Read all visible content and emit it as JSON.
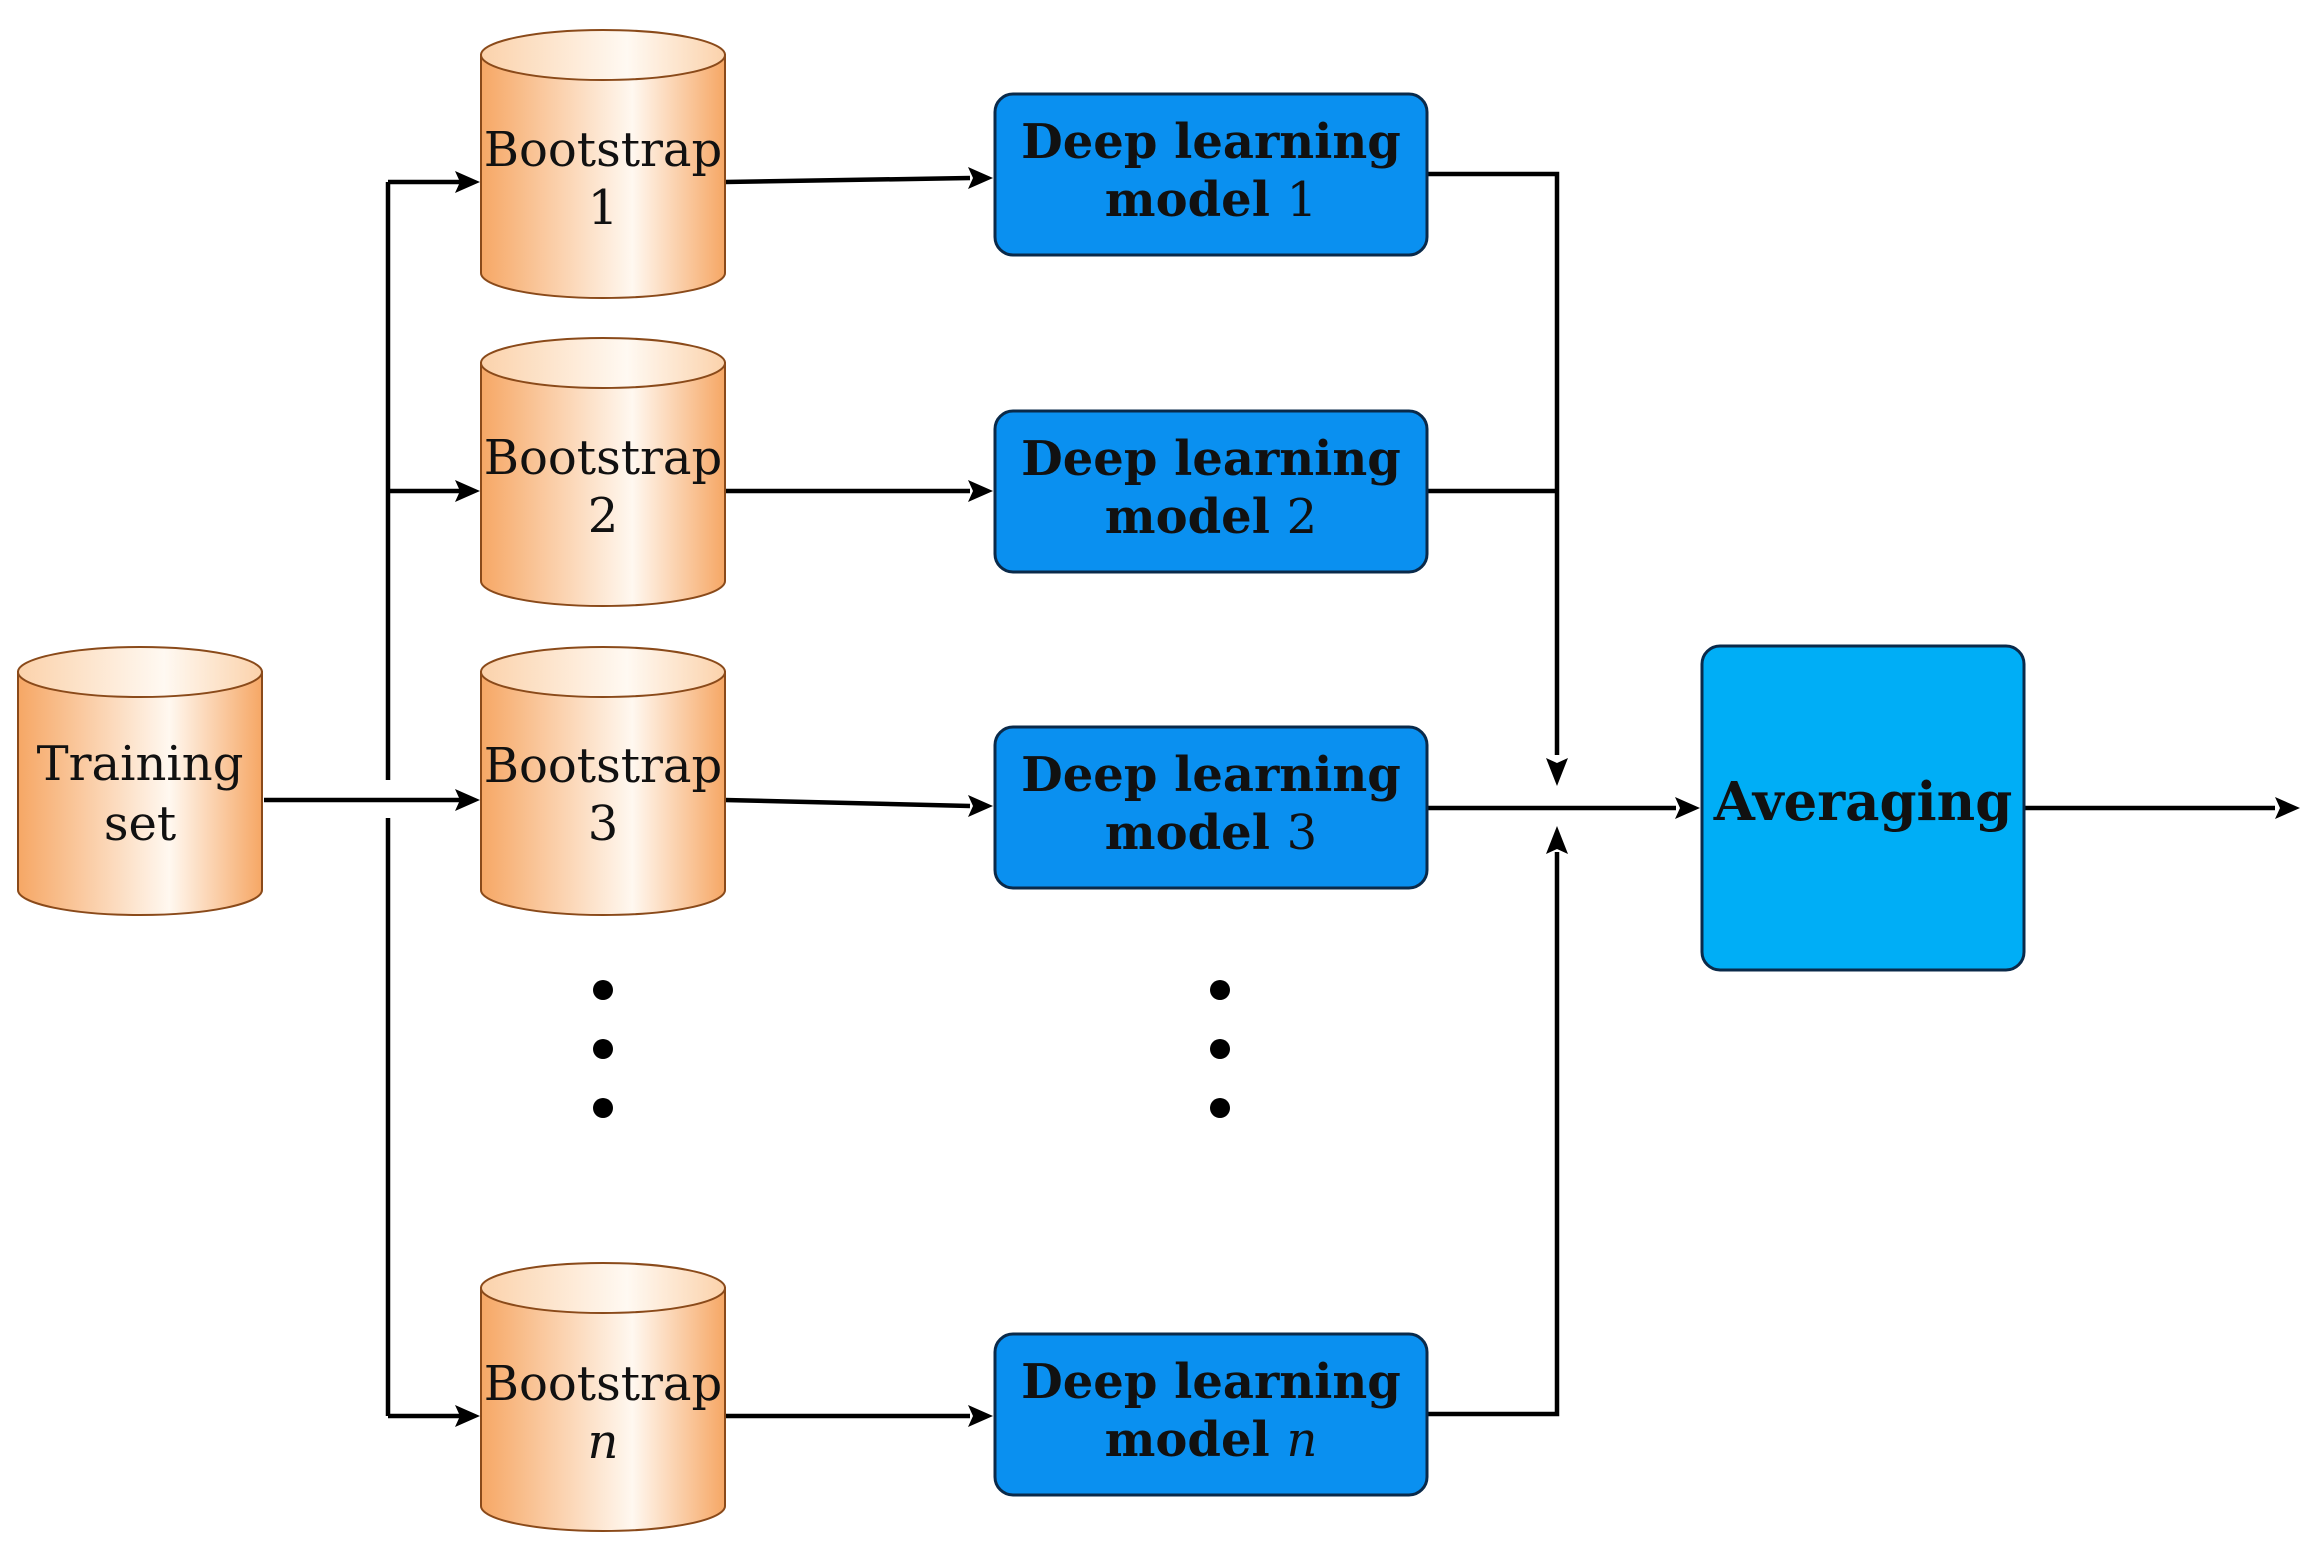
{
  "training_set": {
    "line1": "Training",
    "line2": "set"
  },
  "bootstraps": [
    {
      "label": "Bootstrap",
      "index": "1",
      "italic": false
    },
    {
      "label": "Bootstrap",
      "index": "2",
      "italic": false
    },
    {
      "label": "Bootstrap",
      "index": "3",
      "italic": false
    },
    {
      "label": "Bootstrap",
      "index": "n",
      "italic": true
    }
  ],
  "models": [
    {
      "line1": "Deep learning",
      "line2_prefix": "model",
      "index": "1",
      "italic": false
    },
    {
      "line1": "Deep learning",
      "line2_prefix": "model",
      "index": "2",
      "italic": false
    },
    {
      "line1": "Deep learning",
      "line2_prefix": "model",
      "index": "3",
      "italic": false
    },
    {
      "line1": "Deep learning",
      "line2_prefix": "model",
      "index": "n",
      "italic": true
    }
  ],
  "averaging": {
    "label": "Averaging"
  },
  "colors": {
    "cylinder_edge": "#f5a86a",
    "cylinder_mid": "#fff5ec",
    "cylinder_stroke": "#8a4a1a",
    "model_fill": "#0a90f0",
    "averaging_fill": "#00aef6",
    "box_stroke": "#0a2a4a"
  }
}
